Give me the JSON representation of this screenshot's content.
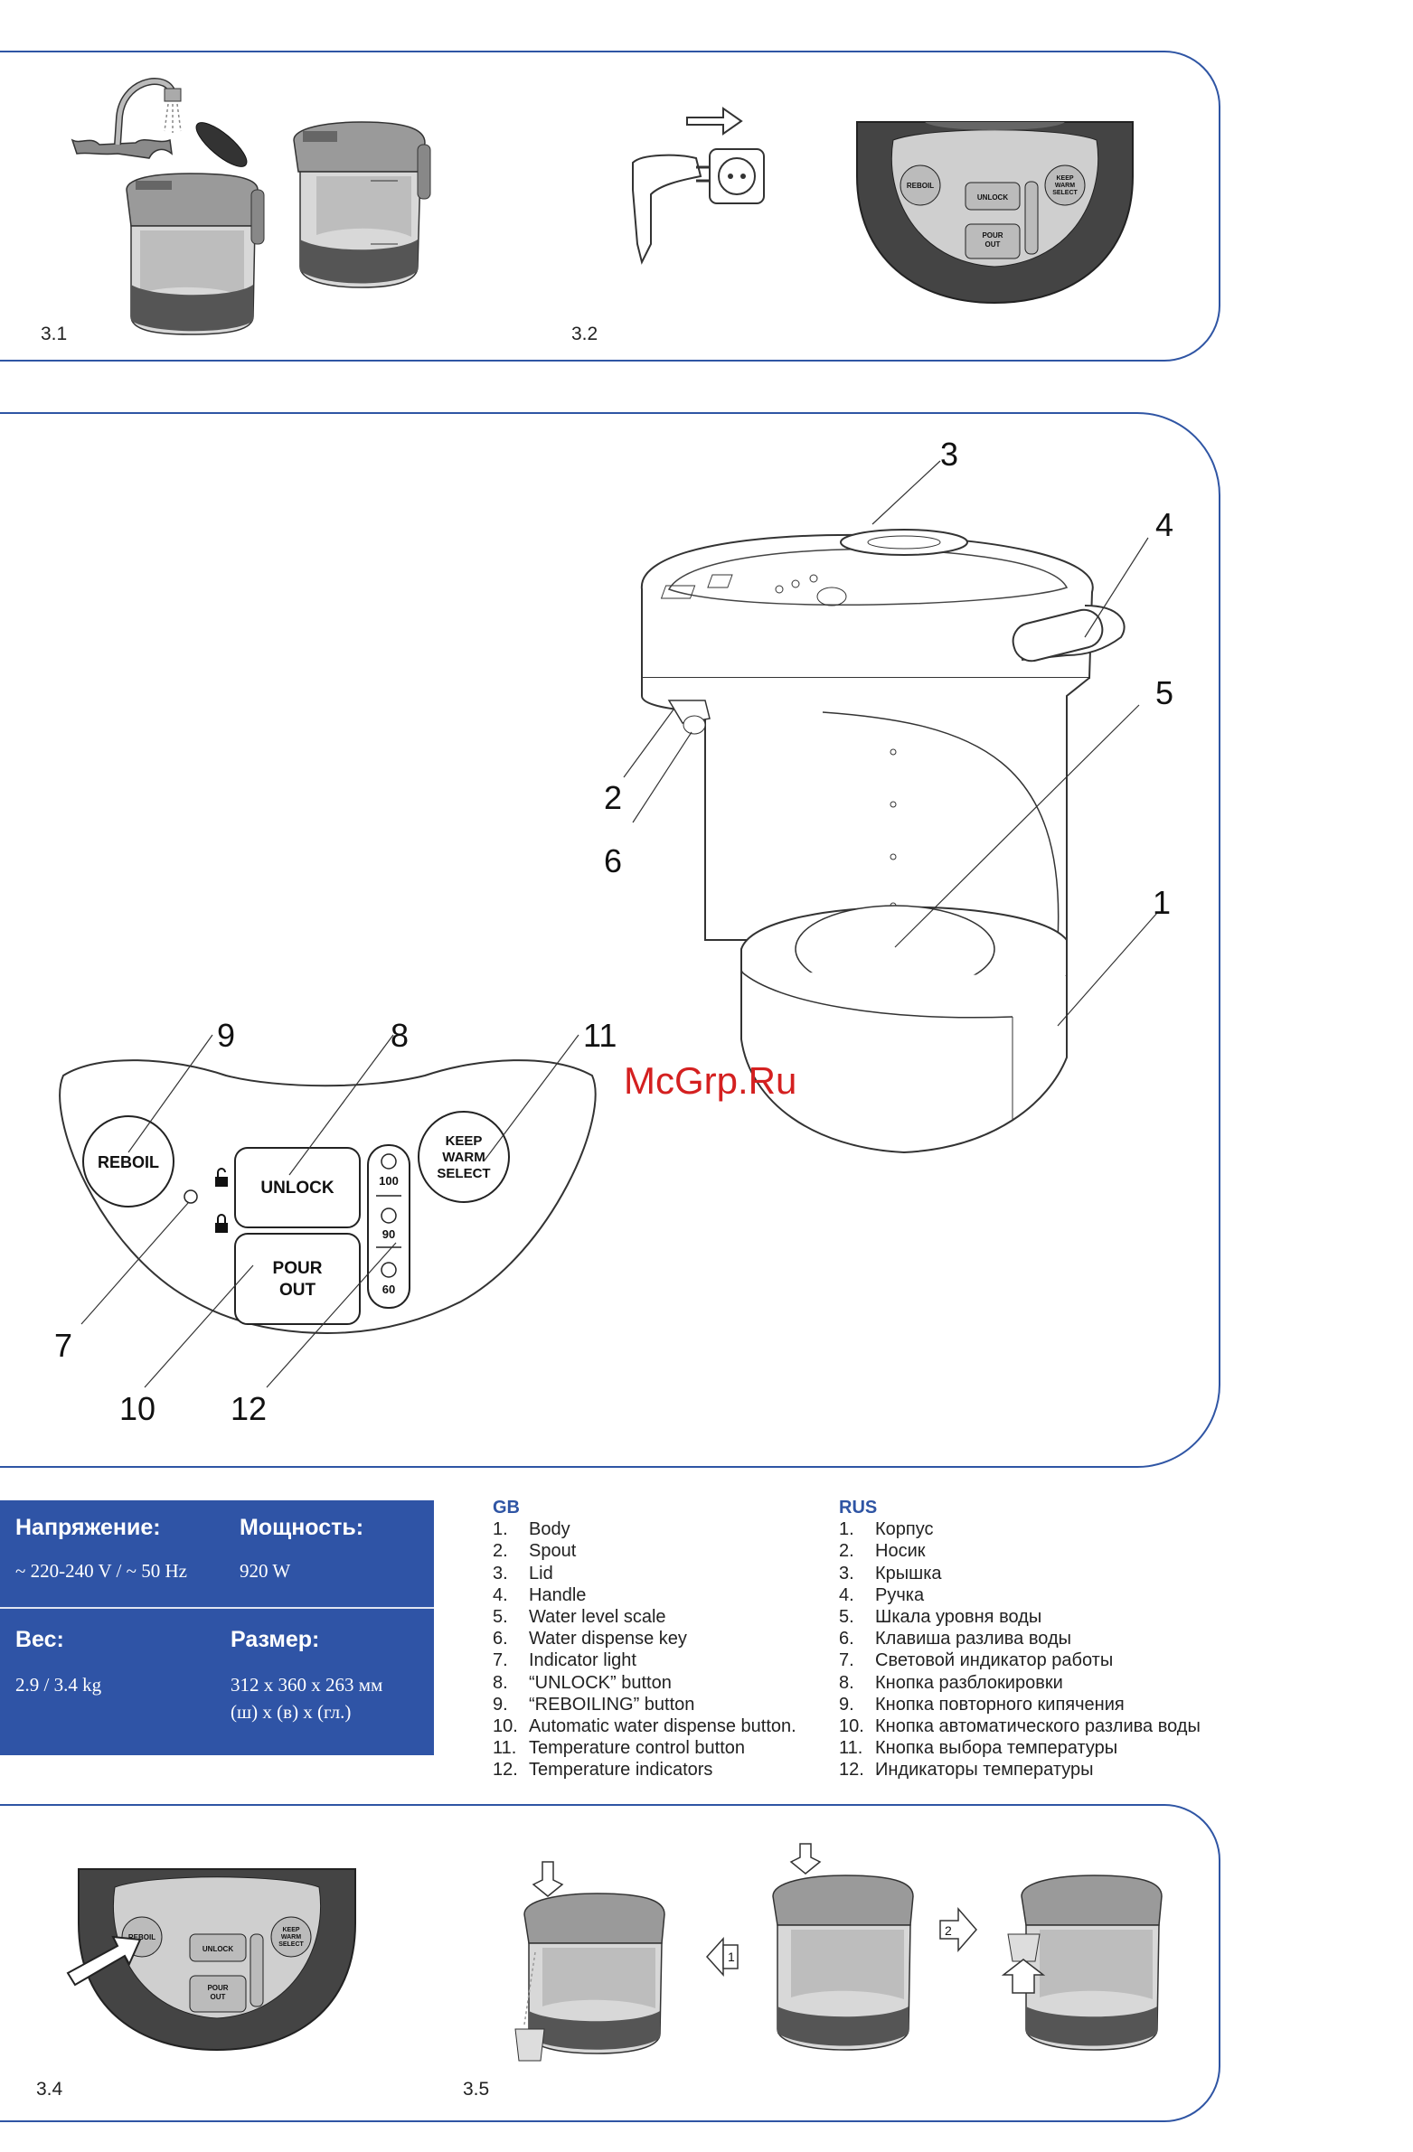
{
  "figures": {
    "f31": "3.1",
    "f32": "3.2",
    "f34": "3.4",
    "f35": "3.5"
  },
  "control_panel": {
    "reboil": "REBOIL",
    "unlock": "UNLOCK",
    "pour_1": "POUR",
    "pour_2": "OUT",
    "keep_1": "KEEP",
    "warm_2": "WARM",
    "select_3": "SELECT",
    "t100": "100",
    "t90": "90",
    "t60": "60"
  },
  "callouts": {
    "c1": "1",
    "c2": "2",
    "c3": "3",
    "c4": "4",
    "c5": "5",
    "c6": "6",
    "c7": "7",
    "c8": "8",
    "c9": "9",
    "c10": "10",
    "c11": "11",
    "c12": "12"
  },
  "steps": {
    "s1": "1",
    "s2": "2"
  },
  "watermark": "McGrp.Ru",
  "specs": {
    "voltage_label": "Напряжение:",
    "voltage_value": "~ 220-240 V / ~ 50 Hz",
    "power_label": "Мощность:",
    "power_value": "920 W",
    "weight_label": "Вес:",
    "weight_value": "2.9 / 3.4 kg",
    "size_label": "Размер:",
    "size_value_1": "312 x 360 x 263 мм",
    "size_value_2": "(ш) x (в) x (гл.)"
  },
  "gb": {
    "header": "GB",
    "items": [
      {
        "n": "1.",
        "t": "Body"
      },
      {
        "n": "2.",
        "t": "Spout"
      },
      {
        "n": "3.",
        "t": "Lid"
      },
      {
        "n": "4.",
        "t": "Handle"
      },
      {
        "n": "5.",
        "t": "Water level scale"
      },
      {
        "n": "6.",
        "t": "Water dispense key"
      },
      {
        "n": "7.",
        "t": "Indicator light"
      },
      {
        "n": "8.",
        "t": "“UNLOCK” button"
      },
      {
        "n": "9.",
        "t": "“REBOILING” button"
      },
      {
        "n": "10.",
        "t": "Automatic water dispense button."
      },
      {
        "n": "11.",
        "t": "Temperature control button"
      },
      {
        "n": "12.",
        "t": "Temperature indicators"
      }
    ]
  },
  "rus": {
    "header": "RUS",
    "items": [
      {
        "n": "1.",
        "t": "Корпус"
      },
      {
        "n": "2.",
        "t": "Носик"
      },
      {
        "n": "3.",
        "t": "Крышка"
      },
      {
        "n": "4.",
        "t": "Ручка"
      },
      {
        "n": "5.",
        "t": "Шкала уровня воды"
      },
      {
        "n": "6.",
        "t": "Клавиша разлива воды"
      },
      {
        "n": "7.",
        "t": "Световой индикатор работы"
      },
      {
        "n": "8.",
        "t": "Кнопка разблокировки"
      },
      {
        "n": "9.",
        "t": "Кнопка повторного кипячения"
      },
      {
        "n": "10.",
        "t": "Кнопка автоматического разлива воды"
      },
      {
        "n": "11.",
        "t": "Кнопка выбора температуры"
      },
      {
        "n": "12.",
        "t": "Индикаторы температуры"
      }
    ]
  }
}
